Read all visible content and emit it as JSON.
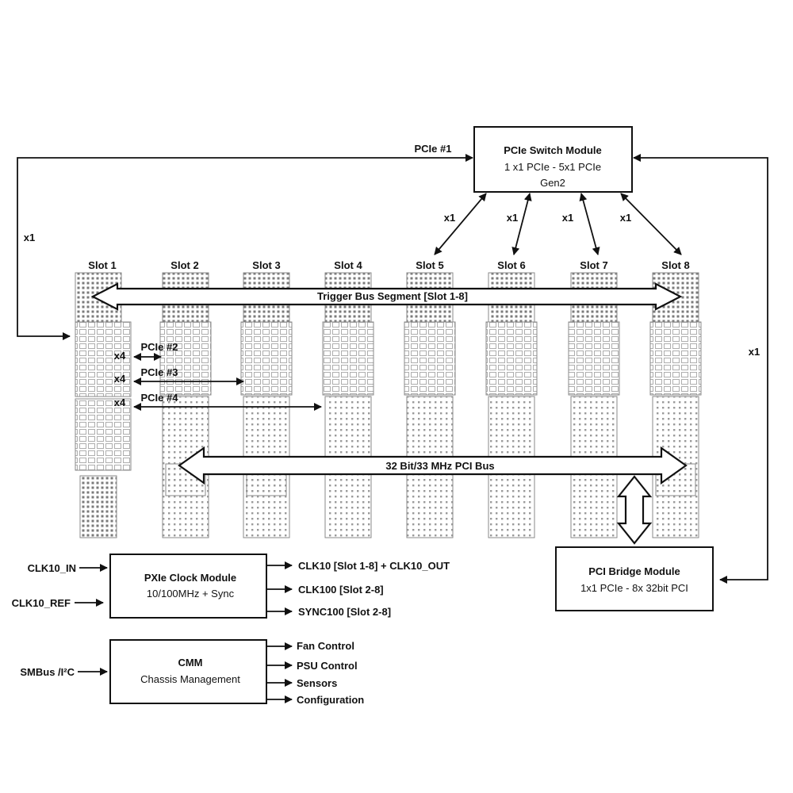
{
  "switch_module": {
    "title": "PCIe Switch Module",
    "line1": "1 x1 PCIe - 5x1 PCIe",
    "line2": "Gen2"
  },
  "bridge_module": {
    "title": "PCI Bridge Module",
    "line1": "1x1 PCIe - 8x 32bit PCI"
  },
  "clock_module": {
    "title": "PXIe Clock Module",
    "line1": "10/100MHz + Sync",
    "inputs": [
      "CLK10_IN",
      "CLK10_REF"
    ],
    "outputs": [
      "CLK10 [Slot 1-8] + CLK10_OUT",
      "CLK100 [Slot 2-8]",
      "SYNC100 [Slot 2-8]"
    ]
  },
  "cmm": {
    "title": "CMM",
    "line1": "Chassis Management",
    "input": "SMBus /I²C",
    "outputs": [
      "Fan Control",
      "PSU Control",
      "Sensors",
      "Configuration"
    ]
  },
  "slots": [
    "Slot 1",
    "Slot 2",
    "Slot 3",
    "Slot 4",
    "Slot 5",
    "Slot 6",
    "Slot 7",
    "Slot 8"
  ],
  "labels": {
    "pcie1": "PCIe #1",
    "x1_left": "x1",
    "x1_right": "x1",
    "x1_links": [
      "x1",
      "x1",
      "x1",
      "x1"
    ],
    "trigger_bus": "Trigger Bus Segment [Slot 1-8]",
    "pci_bus": "32 Bit/33 MHz PCI Bus",
    "pcie2": "PCIe #2",
    "pcie3": "PCIe #3",
    "pcie4": "PCIe #4",
    "x4": [
      "x4",
      "x4",
      "x4"
    ]
  }
}
